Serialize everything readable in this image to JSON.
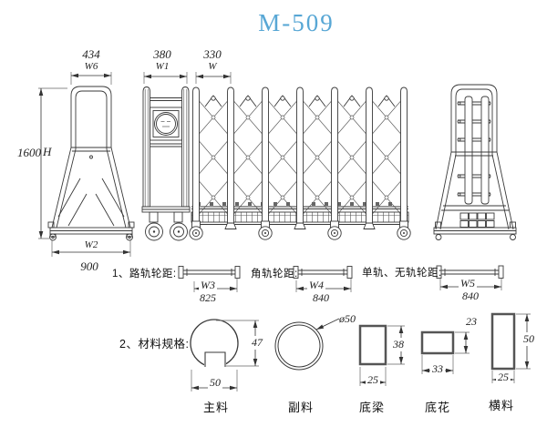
{
  "title": "M-509",
  "colors": {
    "title": "#58a7d5",
    "line": "#333333"
  },
  "drawing": {
    "front_view": {
      "top_width": "434",
      "top_width_label": "W6",
      "height": "1600",
      "height_label": "H",
      "base_label": "W2",
      "base_width": "900"
    },
    "side_view": {
      "width": "380",
      "width_label": "W1"
    },
    "gate_view": {
      "pitch": "330",
      "pitch_label": "W"
    }
  },
  "notes": {
    "wheel_spacing": {
      "index": "1、",
      "items": [
        {
          "label": "路轨轮距:",
          "dim": "W3",
          "value": "825"
        },
        {
          "label": "角轨轮距:",
          "dim": "W4",
          "value": "840"
        },
        {
          "label": "单轨、无轨轮距:",
          "dim": "W5",
          "value": "840"
        }
      ]
    },
    "materials": {
      "index": "2、",
      "heading": "材料规格:",
      "items": [
        {
          "name": "主料",
          "width": "50",
          "height": "47"
        },
        {
          "name": "副料",
          "diameter": "ø50"
        },
        {
          "name": "底梁",
          "width": "25",
          "height": "38"
        },
        {
          "name": "底花",
          "width": "33",
          "height": "23"
        },
        {
          "name": "横料",
          "width": "25",
          "height": "50"
        }
      ]
    }
  }
}
